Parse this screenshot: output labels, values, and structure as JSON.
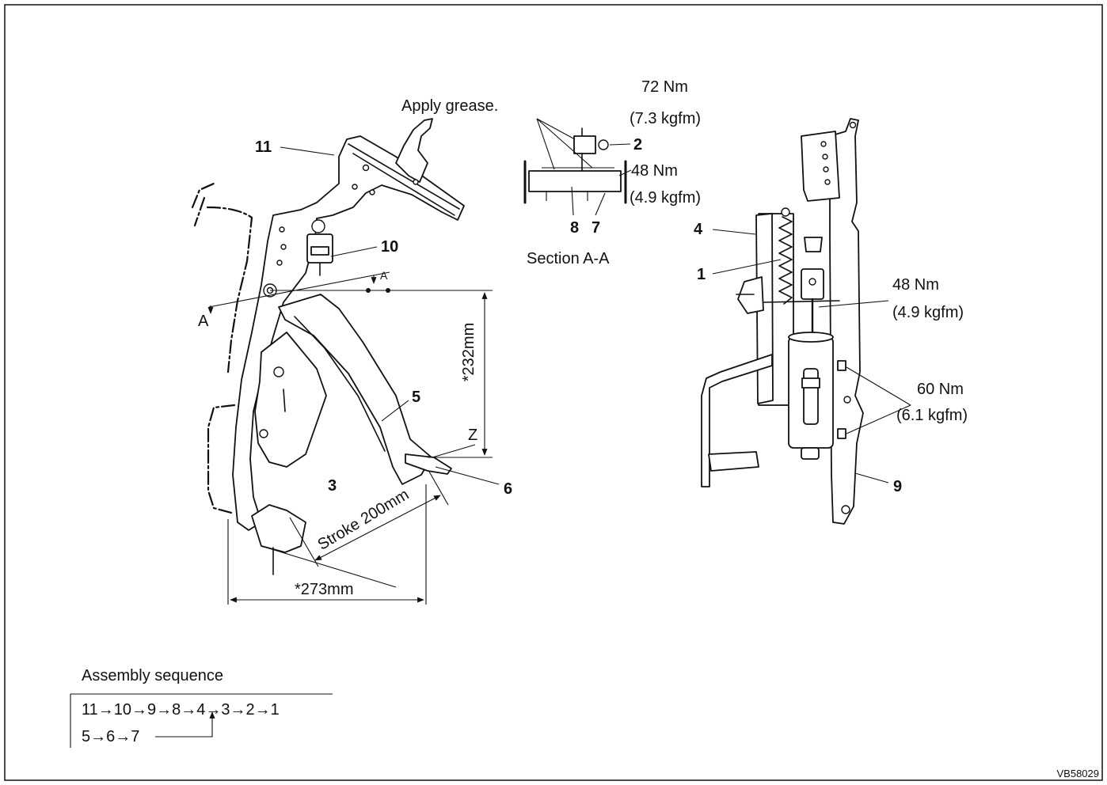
{
  "figure_id": "VB58029",
  "side_view": {
    "part_numbers": {
      "p11": "11",
      "p10": "10",
      "p5": "5",
      "p3": "3",
      "p6": "6"
    },
    "section_marks": {
      "a_left": "A",
      "a_right": "A"
    },
    "point_z": "Z",
    "dimensions": {
      "pedal_height": "*232mm",
      "pedal_stroke": "Stroke 200mm",
      "pedal_offset": "*273mm"
    }
  },
  "section_view": {
    "note": "Apply grease.",
    "title": "Section A-A",
    "torque_upper": {
      "value": "72 Nm",
      "alt": "(7.3 kgfm)"
    },
    "torque_lower": {
      "value": "48 Nm",
      "alt": "(4.9 kgfm)"
    },
    "part_numbers": {
      "p2": "2",
      "p8": "8",
      "p7": "7"
    }
  },
  "front_view": {
    "part_numbers": {
      "p4": "4",
      "p1": "1",
      "p9": "9"
    },
    "torque_clevis": {
      "value": "48 Nm",
      "alt": "(4.9 kgfm)"
    },
    "torque_mount": {
      "value": "60 Nm",
      "alt": "(6.1 kgfm)"
    }
  },
  "assembly": {
    "heading": "Assembly sequence",
    "line1": "11→10→9→8→4→3→2→1",
    "line2": "5→6→7"
  }
}
